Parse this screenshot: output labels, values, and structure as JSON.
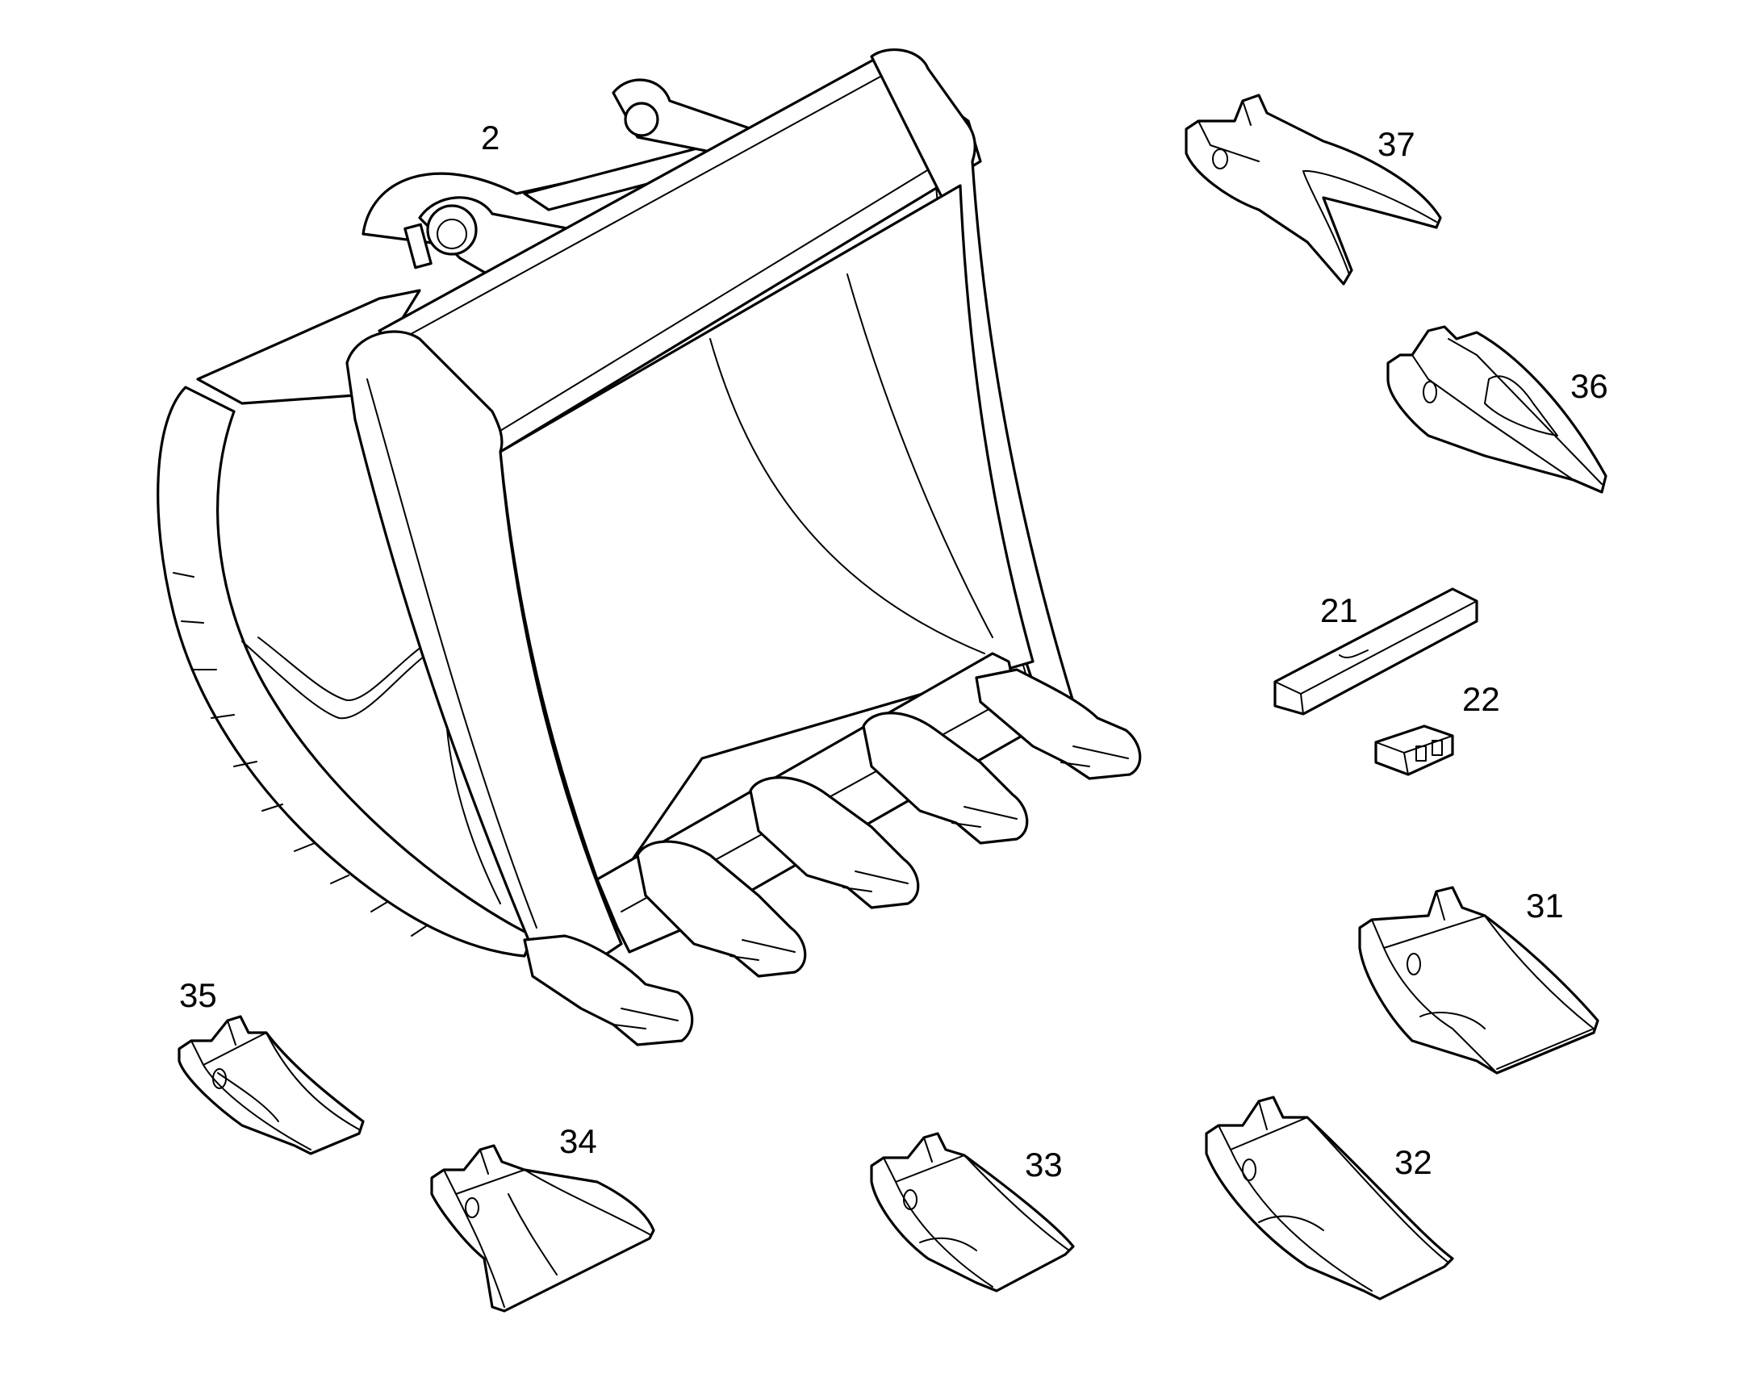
{
  "diagram": {
    "colors": {
      "line": "#000000",
      "background": "#ffffff"
    },
    "callouts": [
      {
        "id": "bucket",
        "label": "2"
      },
      {
        "id": "adapter-37",
        "label": "37"
      },
      {
        "id": "tooth-36",
        "label": "36"
      },
      {
        "id": "pin-21",
        "label": "21"
      },
      {
        "id": "retainer-22",
        "label": "22"
      },
      {
        "id": "tooth-31",
        "label": "31"
      },
      {
        "id": "tooth-32",
        "label": "32"
      },
      {
        "id": "tooth-33",
        "label": "33"
      },
      {
        "id": "tooth-34",
        "label": "34"
      },
      {
        "id": "tooth-35",
        "label": "35"
      }
    ]
  }
}
